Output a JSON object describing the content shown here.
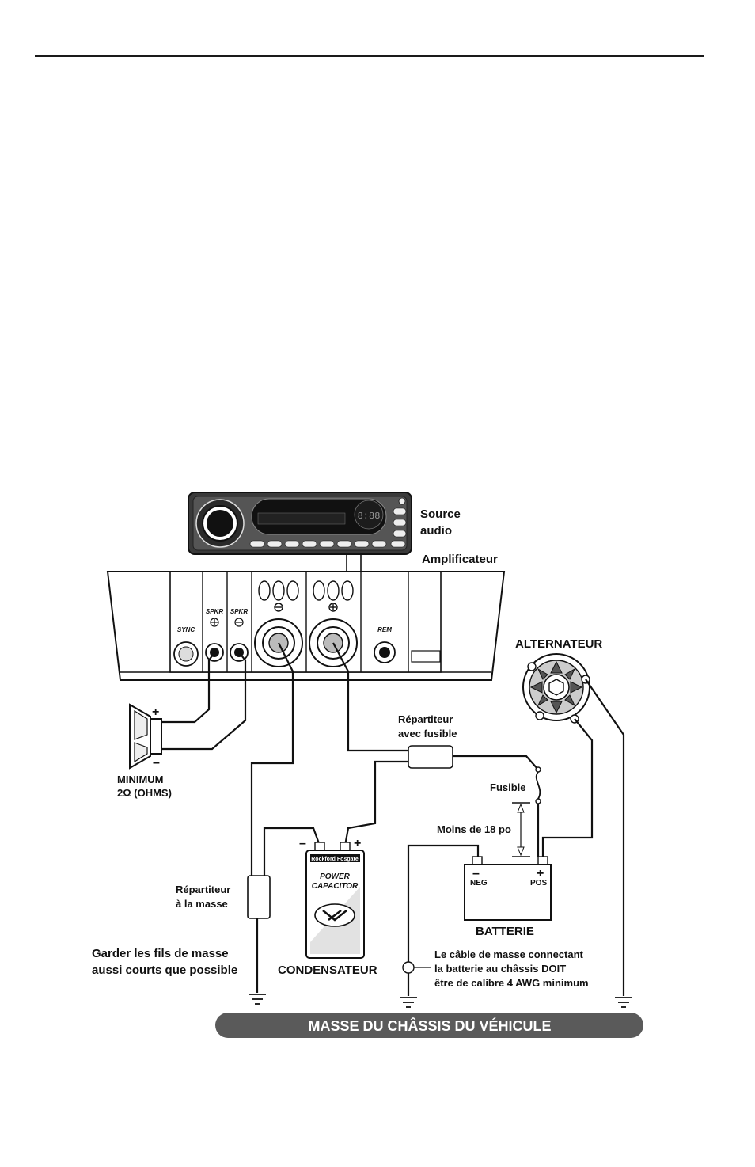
{
  "labels": {
    "source_audio_line1": "Source",
    "source_audio_line2": "audio",
    "amplifier": "Amplificateur",
    "alternator": "ALTERNATEUR",
    "sync": "SYNC",
    "spkr_plus": "SPKR",
    "spkr_minus": "SPKR",
    "rem": "REM",
    "speaker_min_line1": "MINIMUM",
    "speaker_min_line2": "2Ω (OHMS)",
    "fused_distributor_line1": "Répartiteur",
    "fused_distributor_line2": "avec fusible",
    "fuse": "Fusible",
    "less_than": "Moins de 18 po",
    "ground_distributor_line1": "Répartiteur",
    "ground_distributor_line2": "à la masse",
    "keep_short_line1": "Garder les fils de masse",
    "keep_short_line2": "aussi courts que possible",
    "capacitor": "CONDENSATEUR",
    "battery": "BATTERIE",
    "battery_neg": "NEG",
    "battery_pos": "POS",
    "cable_note_line1": "Le câble de masse connectant",
    "cable_note_line2": "la batterie au châssis DOIT",
    "cable_note_line3": "être de calibre 4 AWG minimum",
    "chassis_ground": "MASSE DU CHÂSSIS DU VÉHICULE",
    "minus_sign": "–",
    "plus_sign": "+",
    "cap_brand": "Rockford Fosgate",
    "cap_model_line1": "POWER",
    "cap_model_line2": "CAPACITOR",
    "head_unit_display": "8:88"
  },
  "colors": {
    "ground_bar": "#5a5a5a",
    "line": "#111111"
  }
}
